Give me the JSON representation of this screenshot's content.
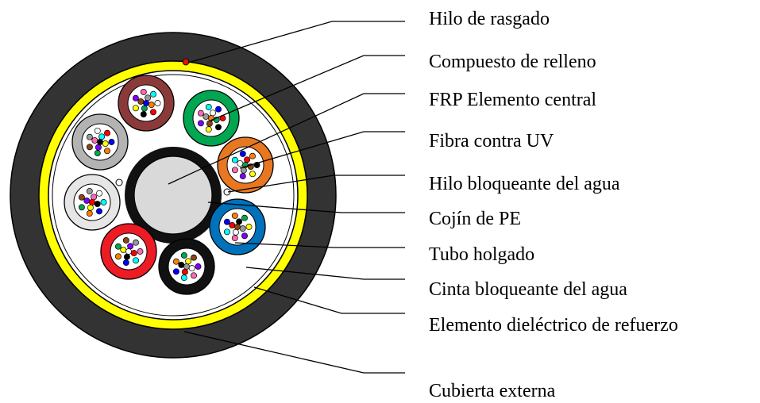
{
  "labels": {
    "rip_cord": "Hilo de rasgado",
    "filling_compound": "Compuesto de relleno",
    "central_member": "FRP Elemento central",
    "uv_fiber": "Fibra contra UV",
    "water_blocking_yarn": "Hilo bloqueante del agua",
    "pe_cushion": "Cojín de PE",
    "loose_tube": "Tubo holgado",
    "water_blocking_tape": "Cinta bloqueante del agua",
    "dielectric_strength_member": "Elemento dieléctrico de refuerzo",
    "outer_sheath": "Cubierta externa"
  },
  "colors": {
    "outer_sheath": "#333333",
    "strength_layer": "#ffff00",
    "rip_cord": "#dd1111",
    "central_member": "#d9d9d9",
    "pe_cushion": "#111111",
    "background": "#ffffff"
  },
  "tube_colors": [
    {
      "name": "brown",
      "color": "#8b3a3a"
    },
    {
      "name": "green",
      "color": "#00a651"
    },
    {
      "name": "orange",
      "color": "#e87722"
    },
    {
      "name": "blue",
      "color": "#0072bc"
    },
    {
      "name": "black",
      "color": "#111111"
    },
    {
      "name": "red",
      "color": "#ed1c24"
    },
    {
      "name": "white",
      "color": "#e6e6e6"
    },
    {
      "name": "grey",
      "color": "#b3b3b3"
    }
  ],
  "fiber_colors": [
    "#0000ff",
    "#ff7f00",
    "#00a651",
    "#8b4513",
    "#999999",
    "#ffffff",
    "#ff0000",
    "#000000",
    "#ffff00",
    "#8000ff",
    "#ff69b4",
    "#00ffff"
  ]
}
